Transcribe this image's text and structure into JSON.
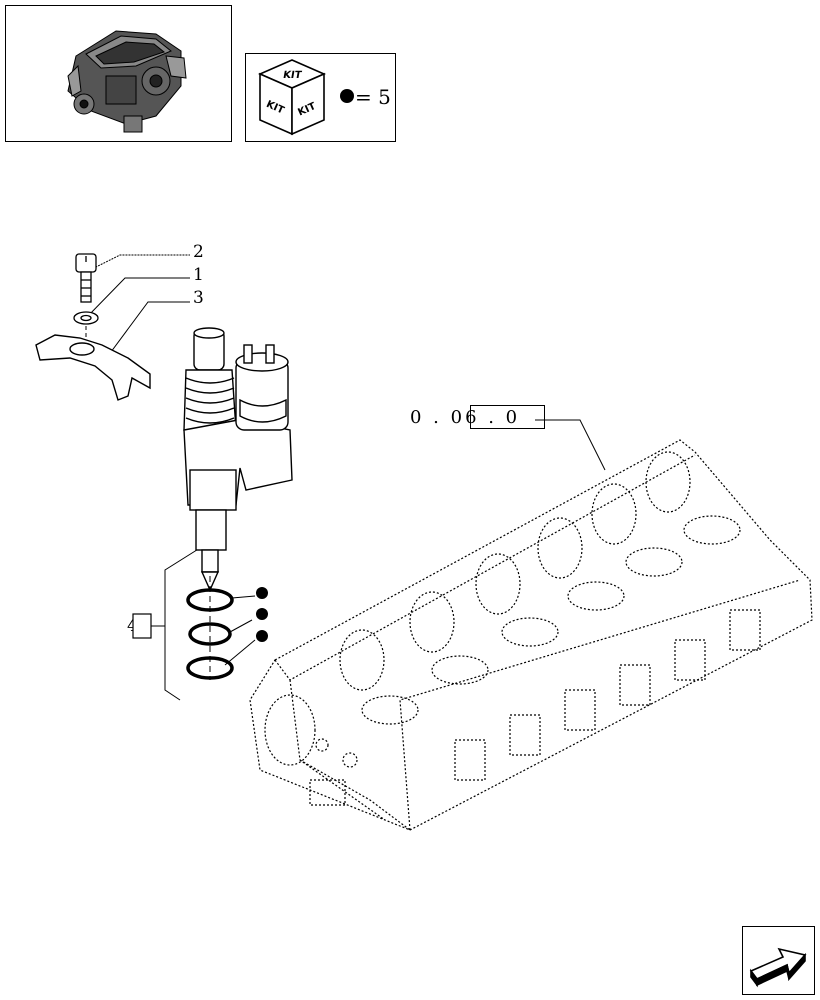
{
  "labels": {
    "part_2": "2",
    "part_1": "1",
    "part_3": "3",
    "part_4": "4"
  },
  "kit": {
    "cube_word": "KIT",
    "count_text": "= 5"
  },
  "reference": {
    "code": "0 . 06 . 0"
  },
  "icons": {
    "engine": "engine-thumbnail-icon",
    "kit": "kit-cube-icon",
    "nav": "next-page-arrow-icon"
  },
  "colors": {
    "ink": "#000000",
    "background": "#ffffff"
  }
}
